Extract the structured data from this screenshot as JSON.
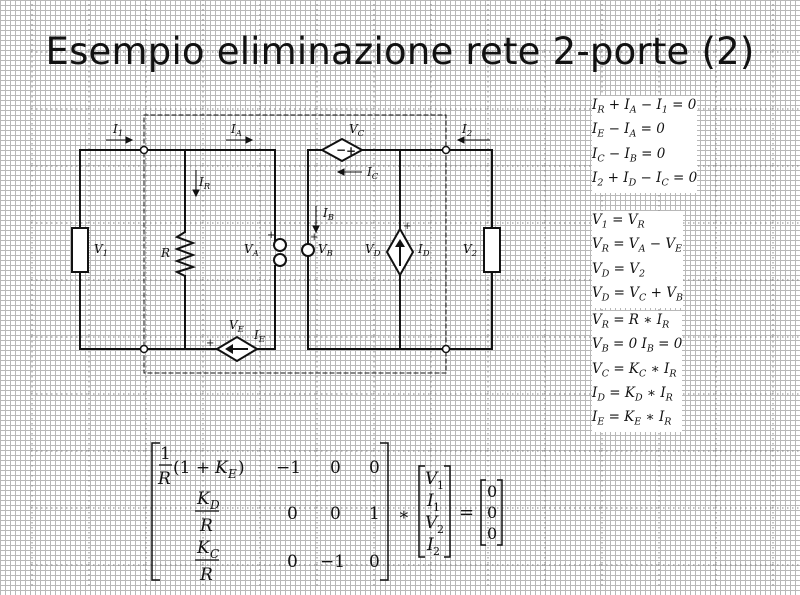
{
  "slide": {
    "title": "Esempio eliminazione rete 2-porte (2)"
  },
  "equations": {
    "kirchhoff_currents": [
      "I_R + I_A − I_1 = 0",
      "I_E − I_A = 0",
      "I_C − I_B = 0",
      "I_2 + I_D − I_C = 0"
    ],
    "kirchhoff_voltages": [
      "V_1 = V_R",
      "V_R = V_A − V_E",
      "V_D = V_2",
      "V_D = V_C + V_B"
    ],
    "constitutive": [
      "V_R = R ∗ I_R",
      "V_B = 0  I_B = 0",
      "V_C = K_C ∗ I_R",
      "I_D = K_D ∗ I_R",
      "I_E = K_E ∗ I_R"
    ]
  },
  "circuit": {
    "labels": {
      "I1": "I1",
      "IA": "IA",
      "VC": "VC",
      "I2": "I2",
      "IR": "IR",
      "IC": "IC",
      "IB": "IB",
      "V1": "V1",
      "R": "R",
      "VA": "VA",
      "VB": "VB",
      "VD": "VD",
      "ID": "ID",
      "V2": "V2",
      "VE": "VE",
      "IE": "IE"
    }
  },
  "matrix": {
    "rows": [
      [
        "1/R (1 + K_E)",
        "−1",
        "0",
        "0"
      ],
      [
        "K_D/R",
        "0",
        "0",
        "1"
      ],
      [
        "K_C/R",
        "0",
        "−1",
        "0"
      ]
    ],
    "vector": [
      "V1",
      "I1",
      "V2",
      "I2"
    ],
    "result": [
      "0",
      "0",
      "0"
    ],
    "operator": "∗",
    "equals": "="
  }
}
